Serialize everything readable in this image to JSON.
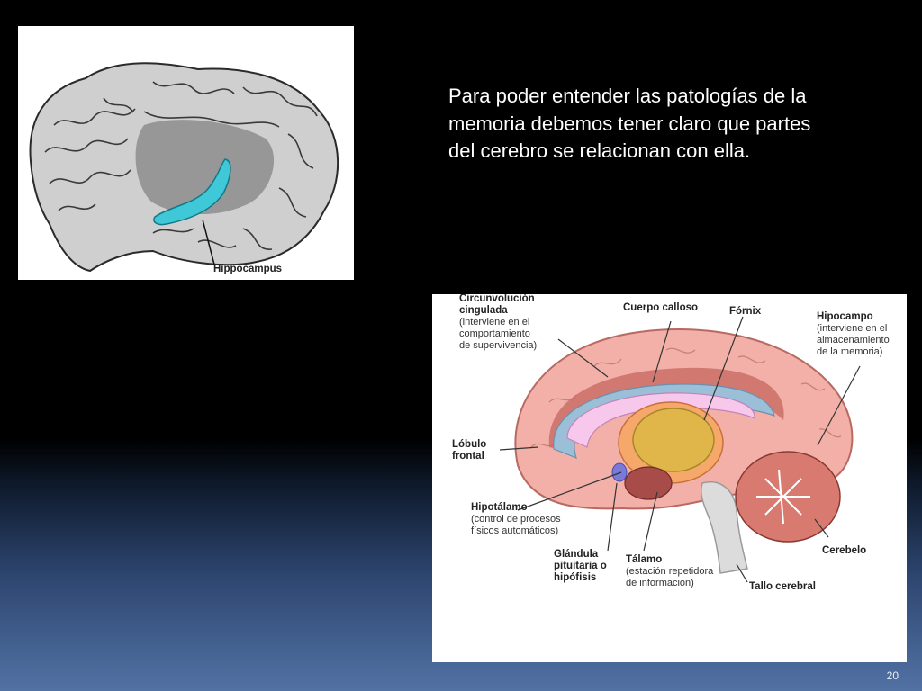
{
  "slide": {
    "body_text": "Para poder entender las patologías de la memoria debemos tener claro que partes del cerebro se relacionan con ella.",
    "page_number": "20"
  },
  "figure_left": {
    "label": "Hippocampus",
    "highlight_color": "#3ec8d8"
  },
  "figure_right": {
    "labels": {
      "circunvolucion_title_1": "Circunvolución",
      "circunvolucion_title_2": "cingulada",
      "circunvolucion_desc_1": "(interviene en el",
      "circunvolucion_desc_2": "comportamiento",
      "circunvolucion_desc_3": "de supervivencia)",
      "cuerpo_calloso": "Cuerpo calloso",
      "fornix": "Fórnix",
      "hipocampo_title": "Hipocampo",
      "hipocampo_desc_1": "(interviene en el",
      "hipocampo_desc_2": "almacenamiento",
      "hipocampo_desc_3": "de la memoria)",
      "lobulo_1": "Lóbulo",
      "lobulo_2": "frontal",
      "hipotalamo_title": "Hipotálamo",
      "hipotalamo_desc_1": "(control de procesos",
      "hipotalamo_desc_2": "físicos automáticos)",
      "glandula_1": "Glándula",
      "glandula_2": "pituitaria o",
      "glandula_3": "hipófisis",
      "talamo_title": "Tálamo",
      "talamo_desc_1": "(estación repetidora",
      "talamo_desc_2": "de información)",
      "cerebelo": "Cerebelo",
      "tallo": "Tallo cerebral"
    },
    "colors": {
      "cortex": "#f2b0a8",
      "callosum": "#f7c8ec",
      "thalamus": "#e0b64a",
      "cerebellum": "#d97a70"
    }
  }
}
